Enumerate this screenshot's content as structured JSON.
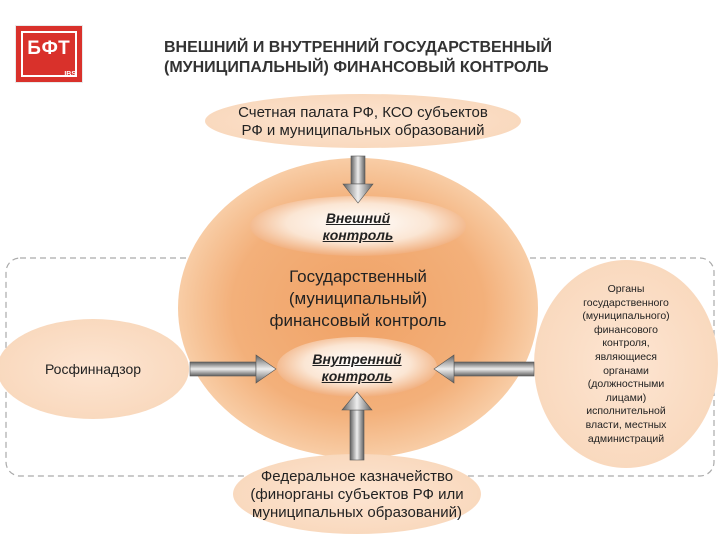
{
  "header": {
    "logo_text": "БФТ",
    "logo_sub": "IBS",
    "title": "ВНЕШНИЙ И ВНУТРЕННИЙ ГОСУДАРСТВЕННЫЙ\n(МУНИЦИПАЛЬНЫЙ) ФИНАНСОВЫЙ КОНТРОЛЬ"
  },
  "diagram": {
    "top_node": "Счетная палата РФ, КСО субъектов\nРФ и муниципальных образований",
    "external_control": "Внешний\nконтроль",
    "center": "Государственный\n(муниципальный)\nфинансовый контроль",
    "internal_control": "Внутренний\nконтроль",
    "left_node": "Росфиннадзор",
    "right_node": "Органы\nгосударственного\n(муниципального)\nфинансового\nконтроля,\nявляющиеся\nорганами\n(должностными\nлицами)\nисполнительной\nвласти, местных\nадминистраций",
    "bottom_node": "Федеральное казначейство\n(финорганы субъектов РФ или\nмуниципальных образований)"
  },
  "colors": {
    "orange_core": "#f0a266",
    "orange_edge": "#fbe2cc",
    "peach_node": "#fde5d2",
    "arrow_dark": "#6d6d6d",
    "arrow_light": "#e4e4e4",
    "dashed_border": "#aaaaaa",
    "brand_red": "#d9312b"
  }
}
